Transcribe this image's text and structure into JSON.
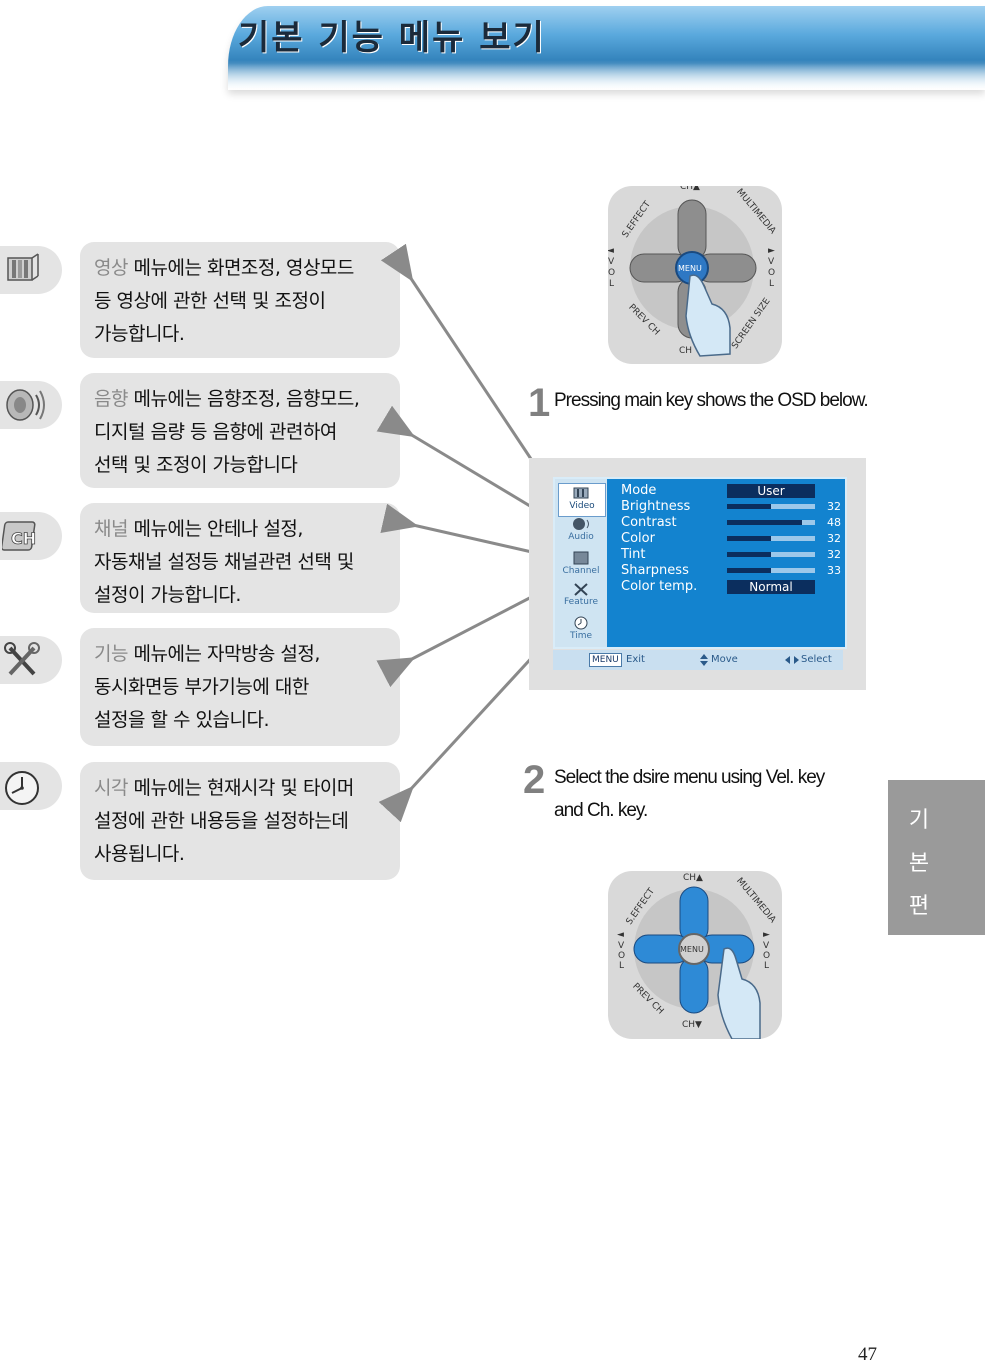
{
  "title": "기본 기능 메뉴 보기",
  "menus": [
    {
      "highlight": "영상",
      "lines": [
        " 메뉴에는 화면조정, 영상모드",
        "등 영상에 관한 선택 및 조정이",
        "가능합니다."
      ],
      "icon": "video-icon"
    },
    {
      "highlight": "음향",
      "lines": [
        " 메뉴에는 음향조정, 음향모드,",
        "디지털 음량 등 음향에 관련하여",
        "선택 및 조정이 가능합니다"
      ],
      "icon": "audio-icon"
    },
    {
      "highlight": "채널",
      "lines": [
        " 메뉴에는 안테나 설정,",
        "자동채널 설정등 채널관련 선택 및",
        "설정이 가능합니다."
      ],
      "icon": "channel-icon"
    },
    {
      "highlight": "기능",
      "lines": [
        " 메뉴에는 자막방송 설정,",
        "동시화면등 부가기능에 대한",
        "설정을 할 수 있습니다."
      ],
      "icon": "feature-tools-icon"
    },
    {
      "highlight": "시각",
      "lines": [
        " 메뉴에는 현재시각 및 타이머",
        "설정에 관한 내용등을 설정하는데",
        "사용됩니다."
      ],
      "icon": "clock-icon"
    }
  ],
  "remote": {
    "ch_up": "CH▲",
    "ch_down": "CH▼",
    "ch_plain": "CH",
    "s_effect": "S.EFFECT",
    "multimedia": "MULTIMEDIA",
    "prev_ch": "PREV CH",
    "screen_size": "SCREEN SIZE",
    "vol_left": [
      "◄",
      "V",
      "O",
      "L"
    ],
    "vol_right": [
      "►",
      "V",
      "O",
      "L"
    ],
    "menu": "MENU"
  },
  "steps": [
    {
      "number": "1",
      "text": "Pressing main key shows the OSD below."
    },
    {
      "number": "2",
      "line1": "Select the dsire menu using Vel. key",
      "line2": "and Ch. key."
    }
  ],
  "osd": {
    "sidebar": [
      "Video",
      "Audio",
      "Channel",
      "Feature",
      "Time"
    ],
    "rows": [
      {
        "label": "Mode",
        "value": "User"
      },
      {
        "label": "Brightness",
        "num": "32",
        "level": 0.5
      },
      {
        "label": "Contrast",
        "num": "48",
        "level": 0.85
      },
      {
        "label": "Color",
        "num": "32",
        "level": 0.5
      },
      {
        "label": "Tint",
        "num": "32",
        "level": 0.5
      },
      {
        "label": "Sharpness",
        "num": "33",
        "level": 0.5
      },
      {
        "label": "Color  temp.",
        "value": "Normal"
      }
    ],
    "footer": {
      "menu_key": "MENU",
      "exit": "Exit",
      "move": "Move",
      "select": "Select"
    }
  },
  "side_tab": [
    "기",
    "본",
    "편"
  ],
  "page_number": "47",
  "colors": {
    "osd_blue": "#1383cf",
    "osd_dark": "#0b2e5e",
    "card_gray": "#e4e4e4",
    "banner_blue": "#2f7fb8"
  }
}
